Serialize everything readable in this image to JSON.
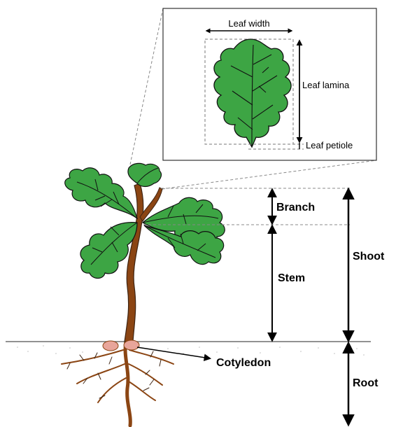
{
  "labels": {
    "leaf_width": "Leaf width",
    "leaf_lamina": "Leaf lamina",
    "leaf_petiole": "Leaf petiole",
    "branch": "Branch",
    "shoot": "Shoot",
    "stem": "Stem",
    "cotyledon": "Cotyledon",
    "root": "Root"
  },
  "colors": {
    "leaf": "#34a853",
    "leaf_dark": "#1e7a32",
    "stem": "#8b4513",
    "cotyledon": "#e8a59a",
    "ground": "#7a7a7a"
  }
}
